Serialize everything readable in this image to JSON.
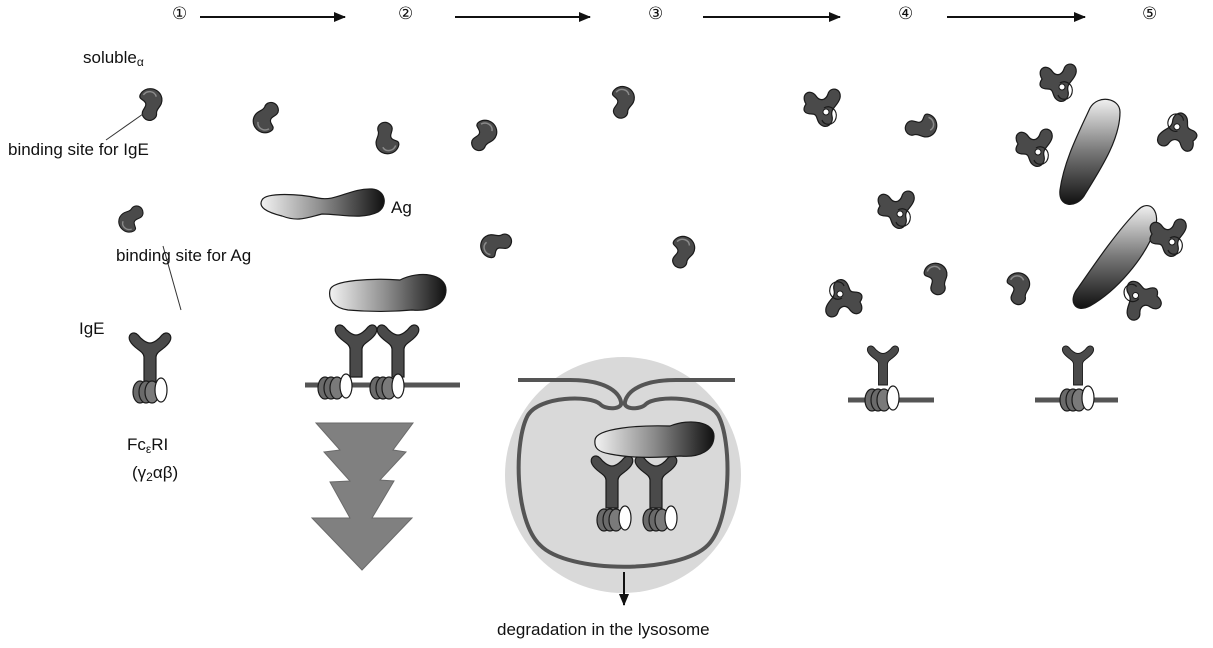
{
  "steps": [
    "①",
    "②",
    "③",
    "④",
    "⑤"
  ],
  "labels": {
    "soluble": "soluble",
    "soluble_sub": "α",
    "binding_ige": "binding site for IgE",
    "binding_ag": "binding site for Ag",
    "ige": "IgE",
    "ag": "Ag",
    "fc_main": "Fc",
    "fc_sub": "ε",
    "fc_tail": "RI",
    "fc_chains_open": "(",
    "fc_chains_gamma": "γ",
    "fc_chains_sub": "2",
    "fc_chains_rest": "αβ)",
    "degradation": "degradation in the lysosome"
  },
  "colors": {
    "protein": "#4a4a4a",
    "outline": "#1a1a1a",
    "membrane": "#555555",
    "lysosome": "#d9d9d9",
    "signal_arrow": "#808080"
  }
}
